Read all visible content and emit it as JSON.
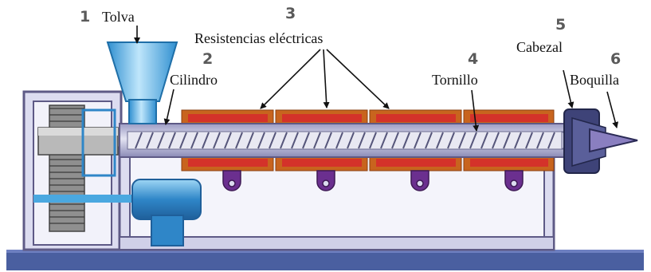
{
  "parts": [
    {
      "number": "1",
      "label": "Tolva"
    },
    {
      "number": "2",
      "label": "Cilindro"
    },
    {
      "number": "3",
      "label": "Resistencias eléctricas"
    },
    {
      "number": "4",
      "label": "Tornillo"
    },
    {
      "number": "5",
      "label": "Cabezal"
    },
    {
      "number": "6",
      "label": "Boquilla"
    }
  ],
  "colors": {
    "frame_fill": "#dcdcf0",
    "frame_stroke": "#5e5a86",
    "base": "#4a5fa0",
    "barrel": "#c3c3dd",
    "screw": "#e8e8f2",
    "heater_outer": "#c8641e",
    "heater_inner": "#d4322a",
    "hopper": "#4aa8e0",
    "motor": "#2f86c8",
    "bracket": "#6b2f8f",
    "head": "#3e4378"
  }
}
